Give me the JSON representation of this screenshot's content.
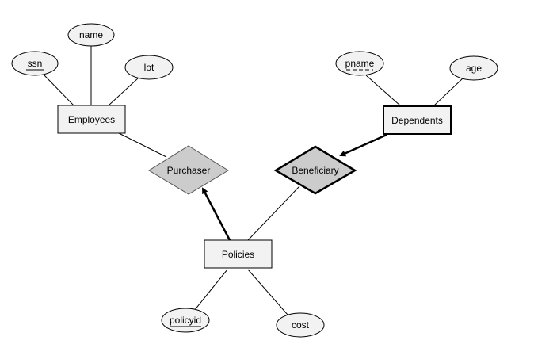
{
  "entities": {
    "employees": "Employees",
    "dependents": "Dependents",
    "policies": "Policies"
  },
  "relationships": {
    "purchaser": "Purchaser",
    "beneficiary": "Beneficiary"
  },
  "attributes": {
    "ssn": "ssn",
    "name": "name",
    "lot": "lot",
    "pname": "pname",
    "age": "age",
    "policyid": "policyid",
    "cost": "cost"
  },
  "colors": {
    "entity_fill": "#f2f2f2",
    "relationship_fill": "#cccccc",
    "line": "#000000"
  }
}
